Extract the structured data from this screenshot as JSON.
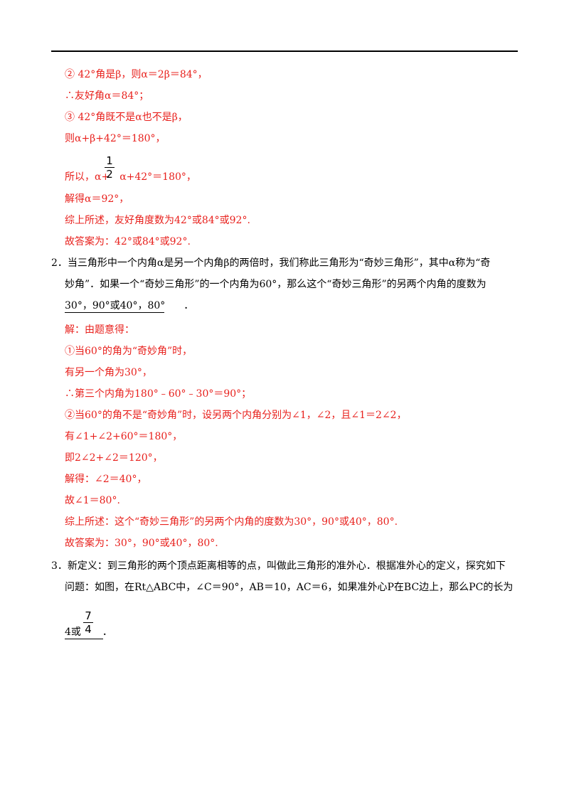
{
  "q1_tail": {
    "l1": "② 42°角是β，则α＝2β＝84°，",
    "l2": "∴友好角α＝84°；",
    "l3": "③ 42°角既不是α也不是β，",
    "l4": "则α+β+42°＝180°，",
    "l5_prefix": "所以，α+",
    "l5_frac_num": "1",
    "l5_frac_den": "2",
    "l5_suffix": "α+42°＝180°，",
    "l6": "解得α＝92°，",
    "l7": "综上所述，友好角度数为42°或84°或92°.",
    "l8": "故答案为：42°或84°或92°."
  },
  "q2": {
    "stem1": "2．当三角形中一个内角α是另一个内角β的两倍时，我们称此三角形为“奇妙三角形”，其中α称为“奇",
    "stem2": "妙角”．如果一个“奇妙三角形”的一个内角为60°，那么这个“奇妙三角形”的另两个内角的度数为",
    "answer": "30°，90°或40°，80°",
    "answer_end": "．",
    "s1": "解：由题意得：",
    "s2": "①当60°的角为“奇妙角”时，",
    "s3": "有另一个角为30°，",
    "s4": "∴第三个内角为180°﹣60°﹣30°＝90°；",
    "s5": "②当60°的角不是“奇妙角”时，设另两个内角分别为∠1，∠2，且∠1＝2∠2，",
    "s6": "有∠1+∠2+60°＝180°，",
    "s7": "即2∠2+∠2＝120°，",
    "s8": "解得：∠2＝40°，",
    "s9": "故∠1＝80°.",
    "s10": "综上所述：这个“奇妙三角形”的另两个内角的度数为30°，90°或40°，80°.",
    "s11": "故答案为：30°，90°或40°，80°."
  },
  "q3": {
    "stem1": "3．新定义：到三角形的两个顶点距离相等的点，叫做此三角形的准外心．根据准外心的定义，探究如下",
    "stem2": "问题：如图，在Rt△ABC中，∠C＝90°，AB＝10，AC＝6，如果准外心P在BC边上，那么PC的长为",
    "answer_prefix": "4或",
    "answer_frac_num": "7",
    "answer_frac_den": "4",
    "answer_end": "．"
  }
}
